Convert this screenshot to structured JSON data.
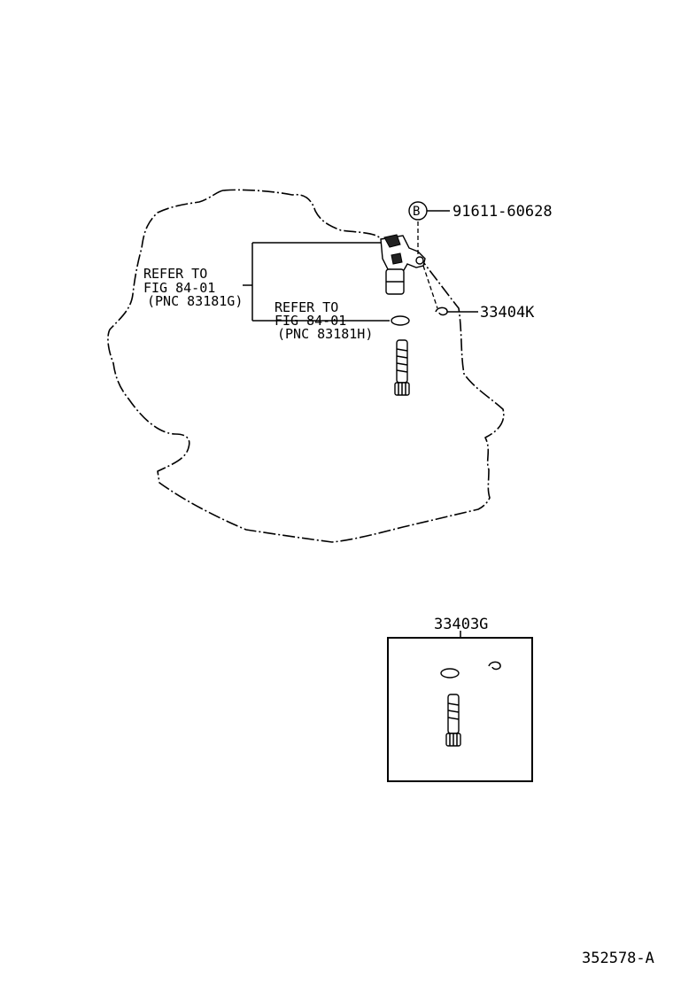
{
  "diagram": {
    "callouts": {
      "bolt_marker": "B",
      "bolt_part": "91611-60628",
      "clip_part": "33404K",
      "kit_part": "33403G"
    },
    "refer_upper": {
      "line1": "REFER TO",
      "line2": "FIG 84-01",
      "line3": "(PNC 83181G)"
    },
    "refer_lower": {
      "line1": "REFER TO",
      "line2": "FIG 84-01",
      "line3": "(PNC 83181H)"
    },
    "figure_id": "352578-A"
  }
}
